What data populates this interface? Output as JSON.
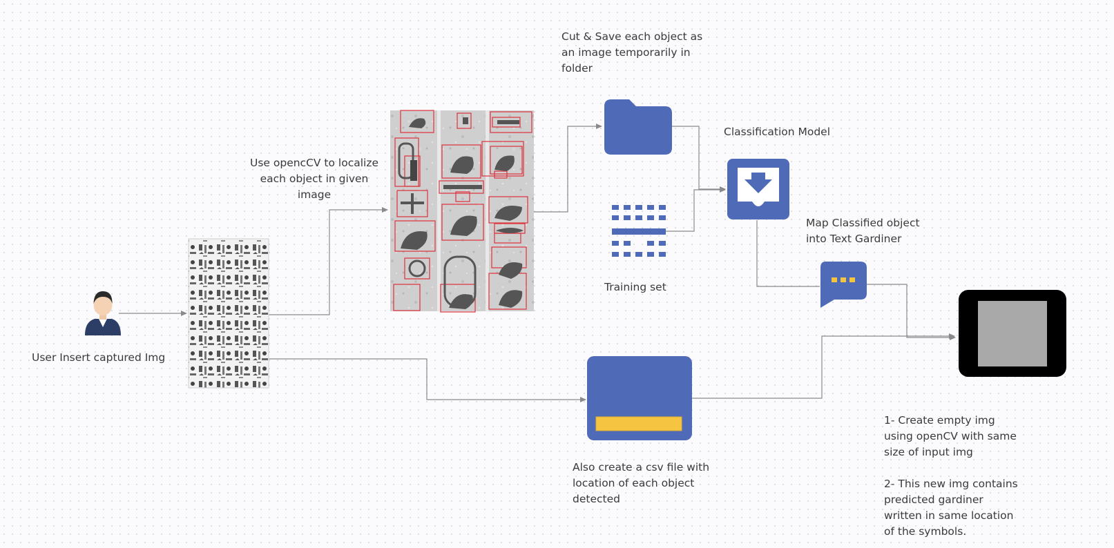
{
  "labels": {
    "user": "User Insert captured Img",
    "localize": "Use opencCV to localize\neach object in given\nimage",
    "cut_save": "Cut & Save each object as\nan image temporarily in\nfolder",
    "classification": "Classification Model",
    "training": "Training set",
    "map_classified": "Map Classified object\ninto Text Gardiner",
    "csv": "Also create a csv file with\nlocation of each object\ndetected",
    "steps": "1-  Create empty img\nusing openCV with same\nsize of input img\n\n2- This new img contains\npredicted gardiner\nwritten  in same location\nof the symbols."
  },
  "colors": {
    "node_blue": "#4f6ab7",
    "accent_yellow": "#f5c542",
    "connector": "#8a8a8a",
    "detection_box": "#e0303c",
    "output_frame": "#000000",
    "output_fill": "#a9a9a9"
  },
  "icons": {
    "user": "user-avatar-icon",
    "input_image": "hieroglyph-image",
    "detected_image": "detected-hieroglyphs-image",
    "folder": "folder-icon",
    "training": "dataset-grid-icon",
    "model": "download-tray-icon",
    "chat": "chat-bubble-icon",
    "csv": "window-icon",
    "output": "output-image-icon"
  }
}
